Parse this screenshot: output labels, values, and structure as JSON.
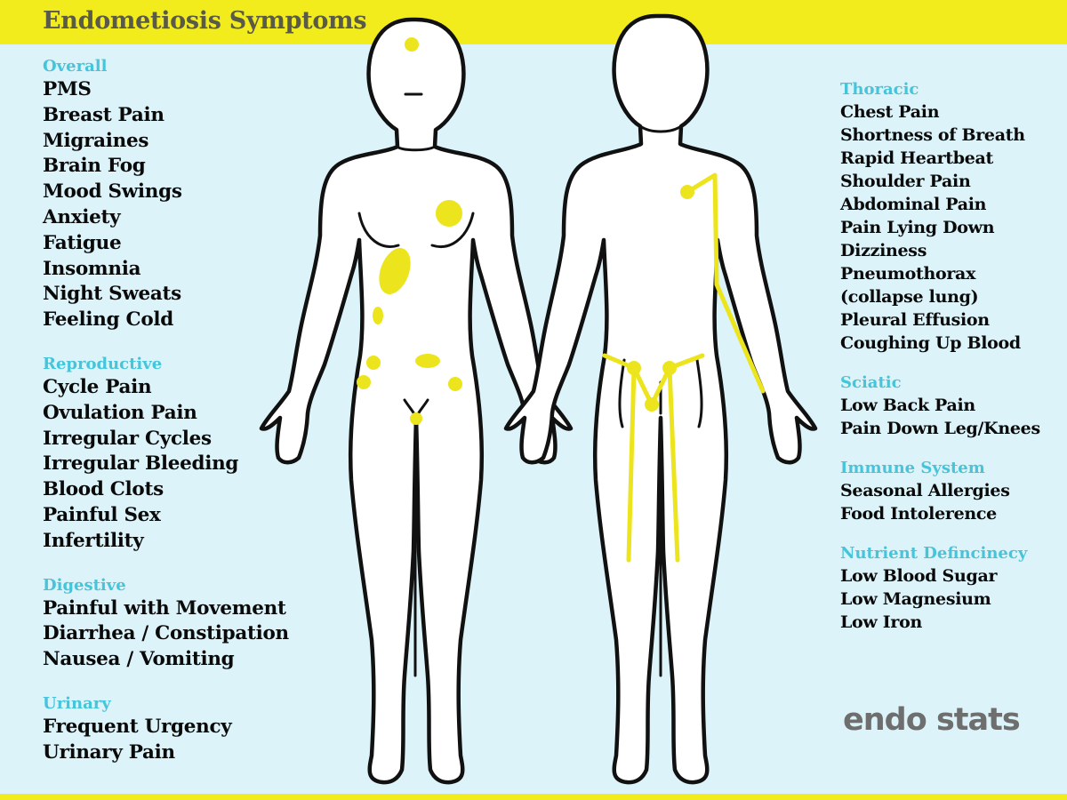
{
  "title": "Endometiosis Symptoms",
  "brand": "endo stats",
  "colors": {
    "banner": "#f2ec1c",
    "background": "#dcf3f9",
    "heading": "#46c4da",
    "marker": "#ece41c",
    "brand": "#6e6e6e"
  },
  "left_sections": [
    {
      "heading": "Overall",
      "items": [
        "PMS",
        "Breast Pain",
        "Migraines",
        "Brain Fog",
        "Mood Swings",
        "Anxiety",
        "Fatigue",
        "Insomnia",
        "Night Sweats",
        "Feeling Cold"
      ]
    },
    {
      "heading": "Reproductive",
      "items": [
        "Cycle Pain",
        "Ovulation Pain",
        "Irregular Cycles",
        "Irregular Bleeding",
        "Blood Clots",
        "Painful Sex",
        "Infertility"
      ]
    },
    {
      "heading": "Digestive",
      "items": [
        "Painful with Movement",
        "Diarrhea / Constipation",
        "Nausea / Vomiting"
      ]
    },
    {
      "heading": "Urinary",
      "items": [
        "Frequent Urgency",
        "Urinary Pain"
      ]
    }
  ],
  "right_sections": [
    {
      "heading": "Thoracic",
      "items": [
        "Chest Pain",
        "Shortness of Breath",
        "Rapid Heartbeat",
        "Shoulder Pain",
        "Abdominal Pain",
        "Pain Lying Down",
        "Dizziness",
        "Pneumothorax",
        "(collapse lung)",
        "Pleural Effusion",
        "Coughing Up Blood"
      ]
    },
    {
      "heading": "Sciatic",
      "items": [
        "Low Back Pain",
        "Pain Down Leg/Knees"
      ]
    },
    {
      "heading": "Immune System",
      "items": [
        "Seasonal Allergies",
        "Food Intolerence"
      ]
    },
    {
      "heading": "Nutrient Defincinecy",
      "items": [
        "Low Blood Sugar",
        "Low Magnesium",
        "Low Iron"
      ]
    }
  ]
}
